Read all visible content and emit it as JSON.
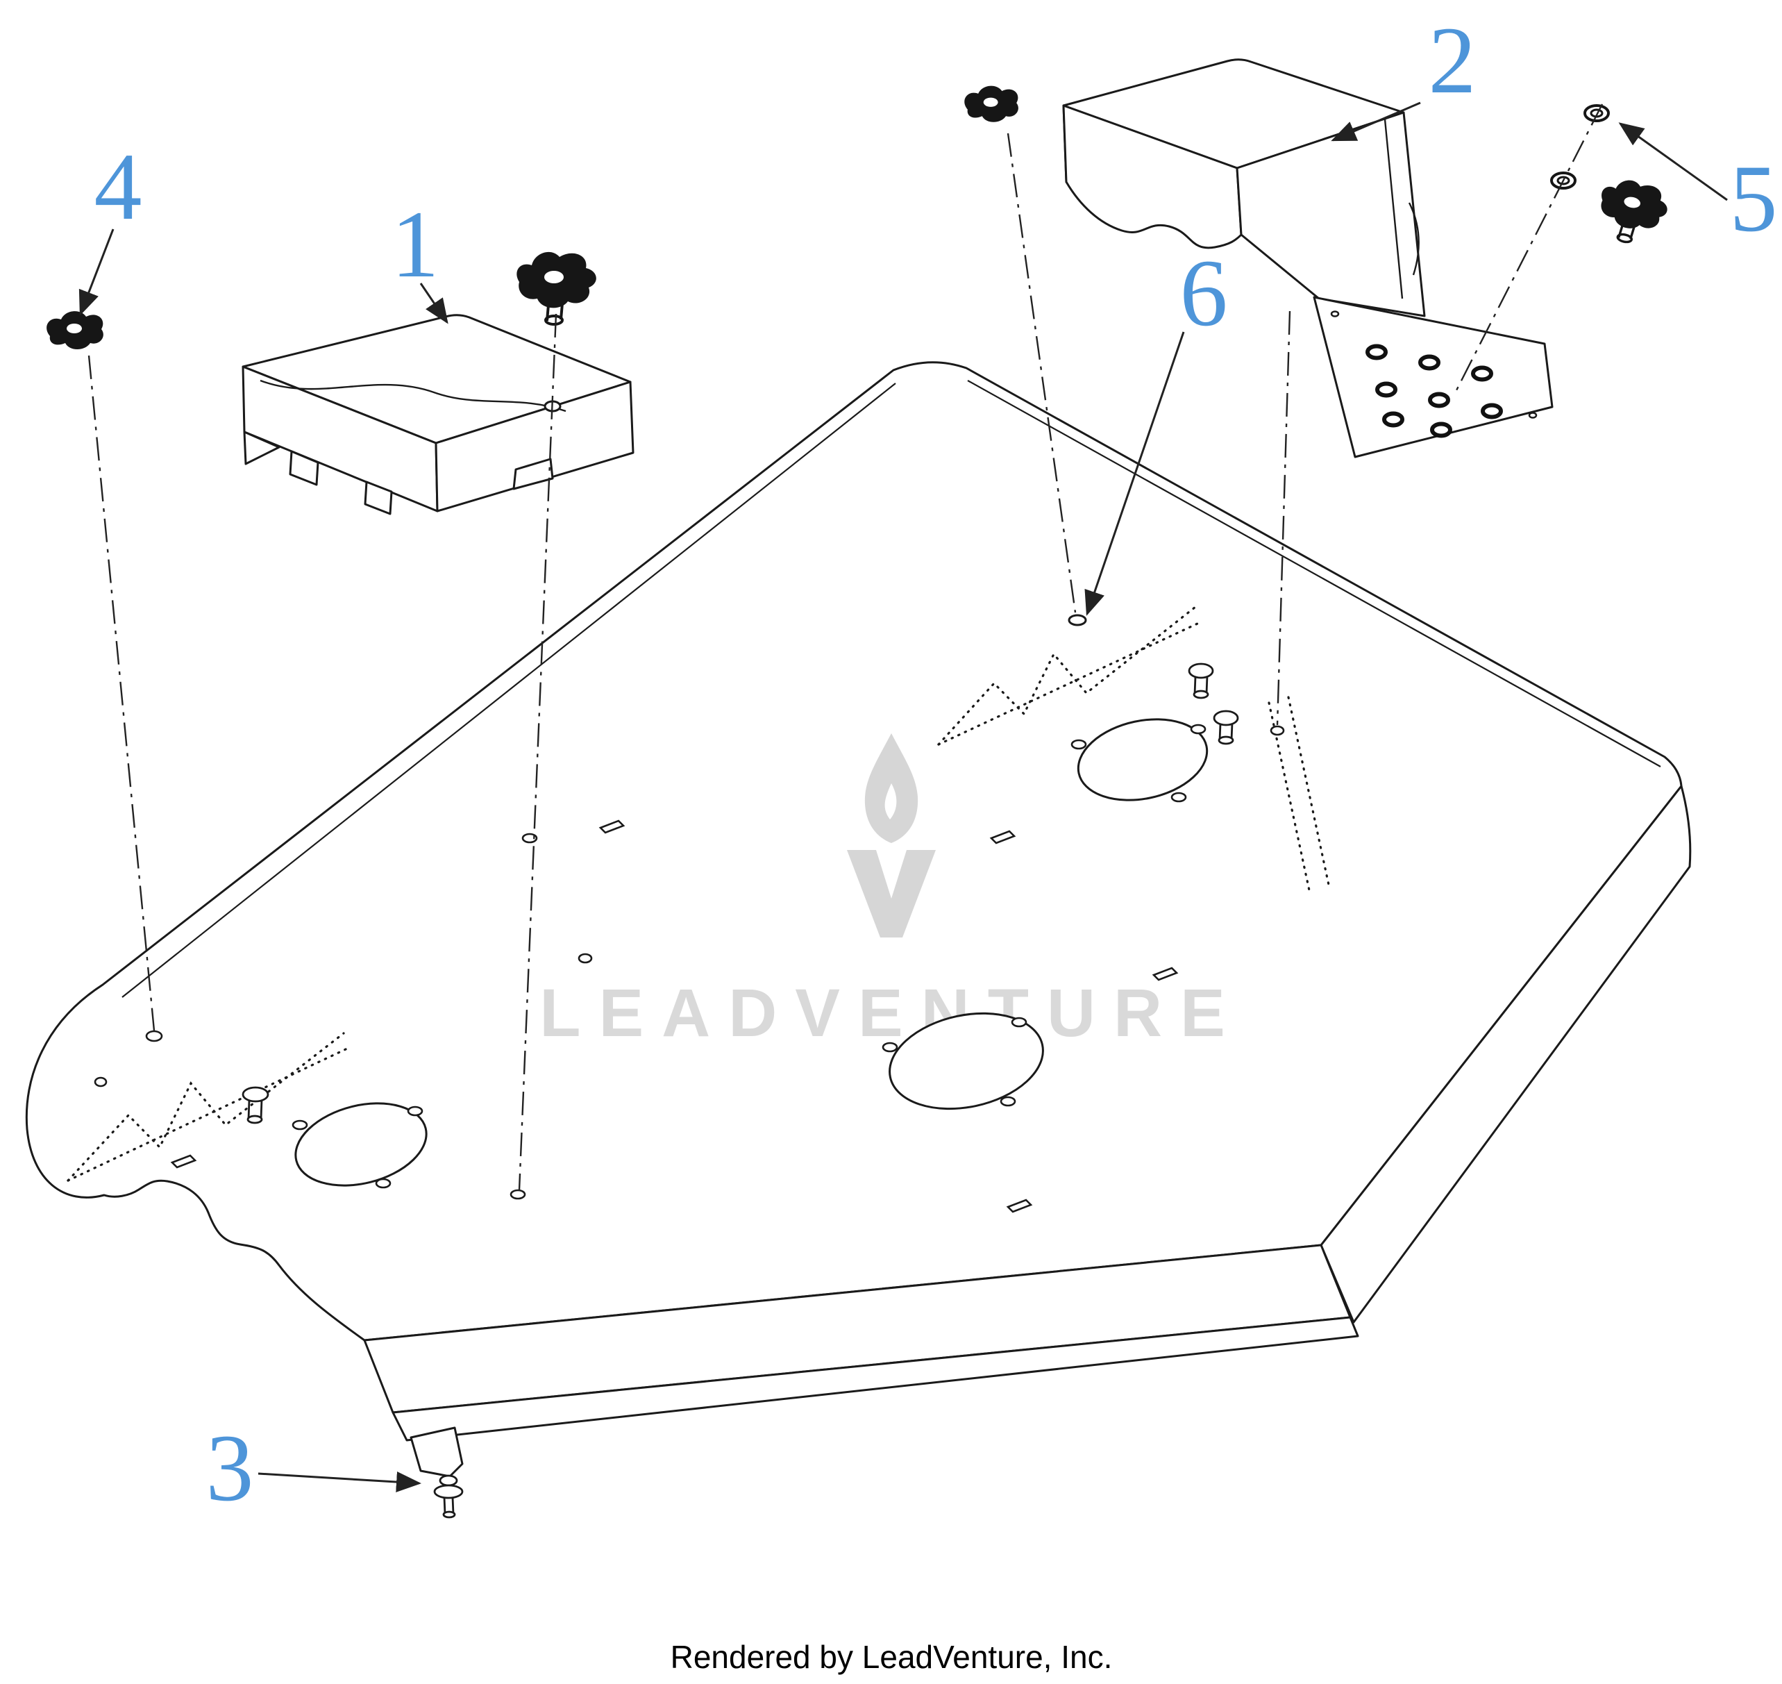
{
  "diagram": {
    "watermark": {
      "text": "LEADVENTURE"
    },
    "footer": {
      "text": "Rendered by LeadVenture, Inc."
    },
    "callouts": [
      {
        "label": "1"
      },
      {
        "label": "2"
      },
      {
        "label": "3"
      },
      {
        "label": "4"
      },
      {
        "label": "5"
      },
      {
        "label": "6"
      }
    ],
    "colors": {
      "callout_blue": "#4e95d9",
      "line": "#1a1a1a",
      "watermark_gray": "#d8d8d8",
      "background": "#ffffff"
    }
  }
}
